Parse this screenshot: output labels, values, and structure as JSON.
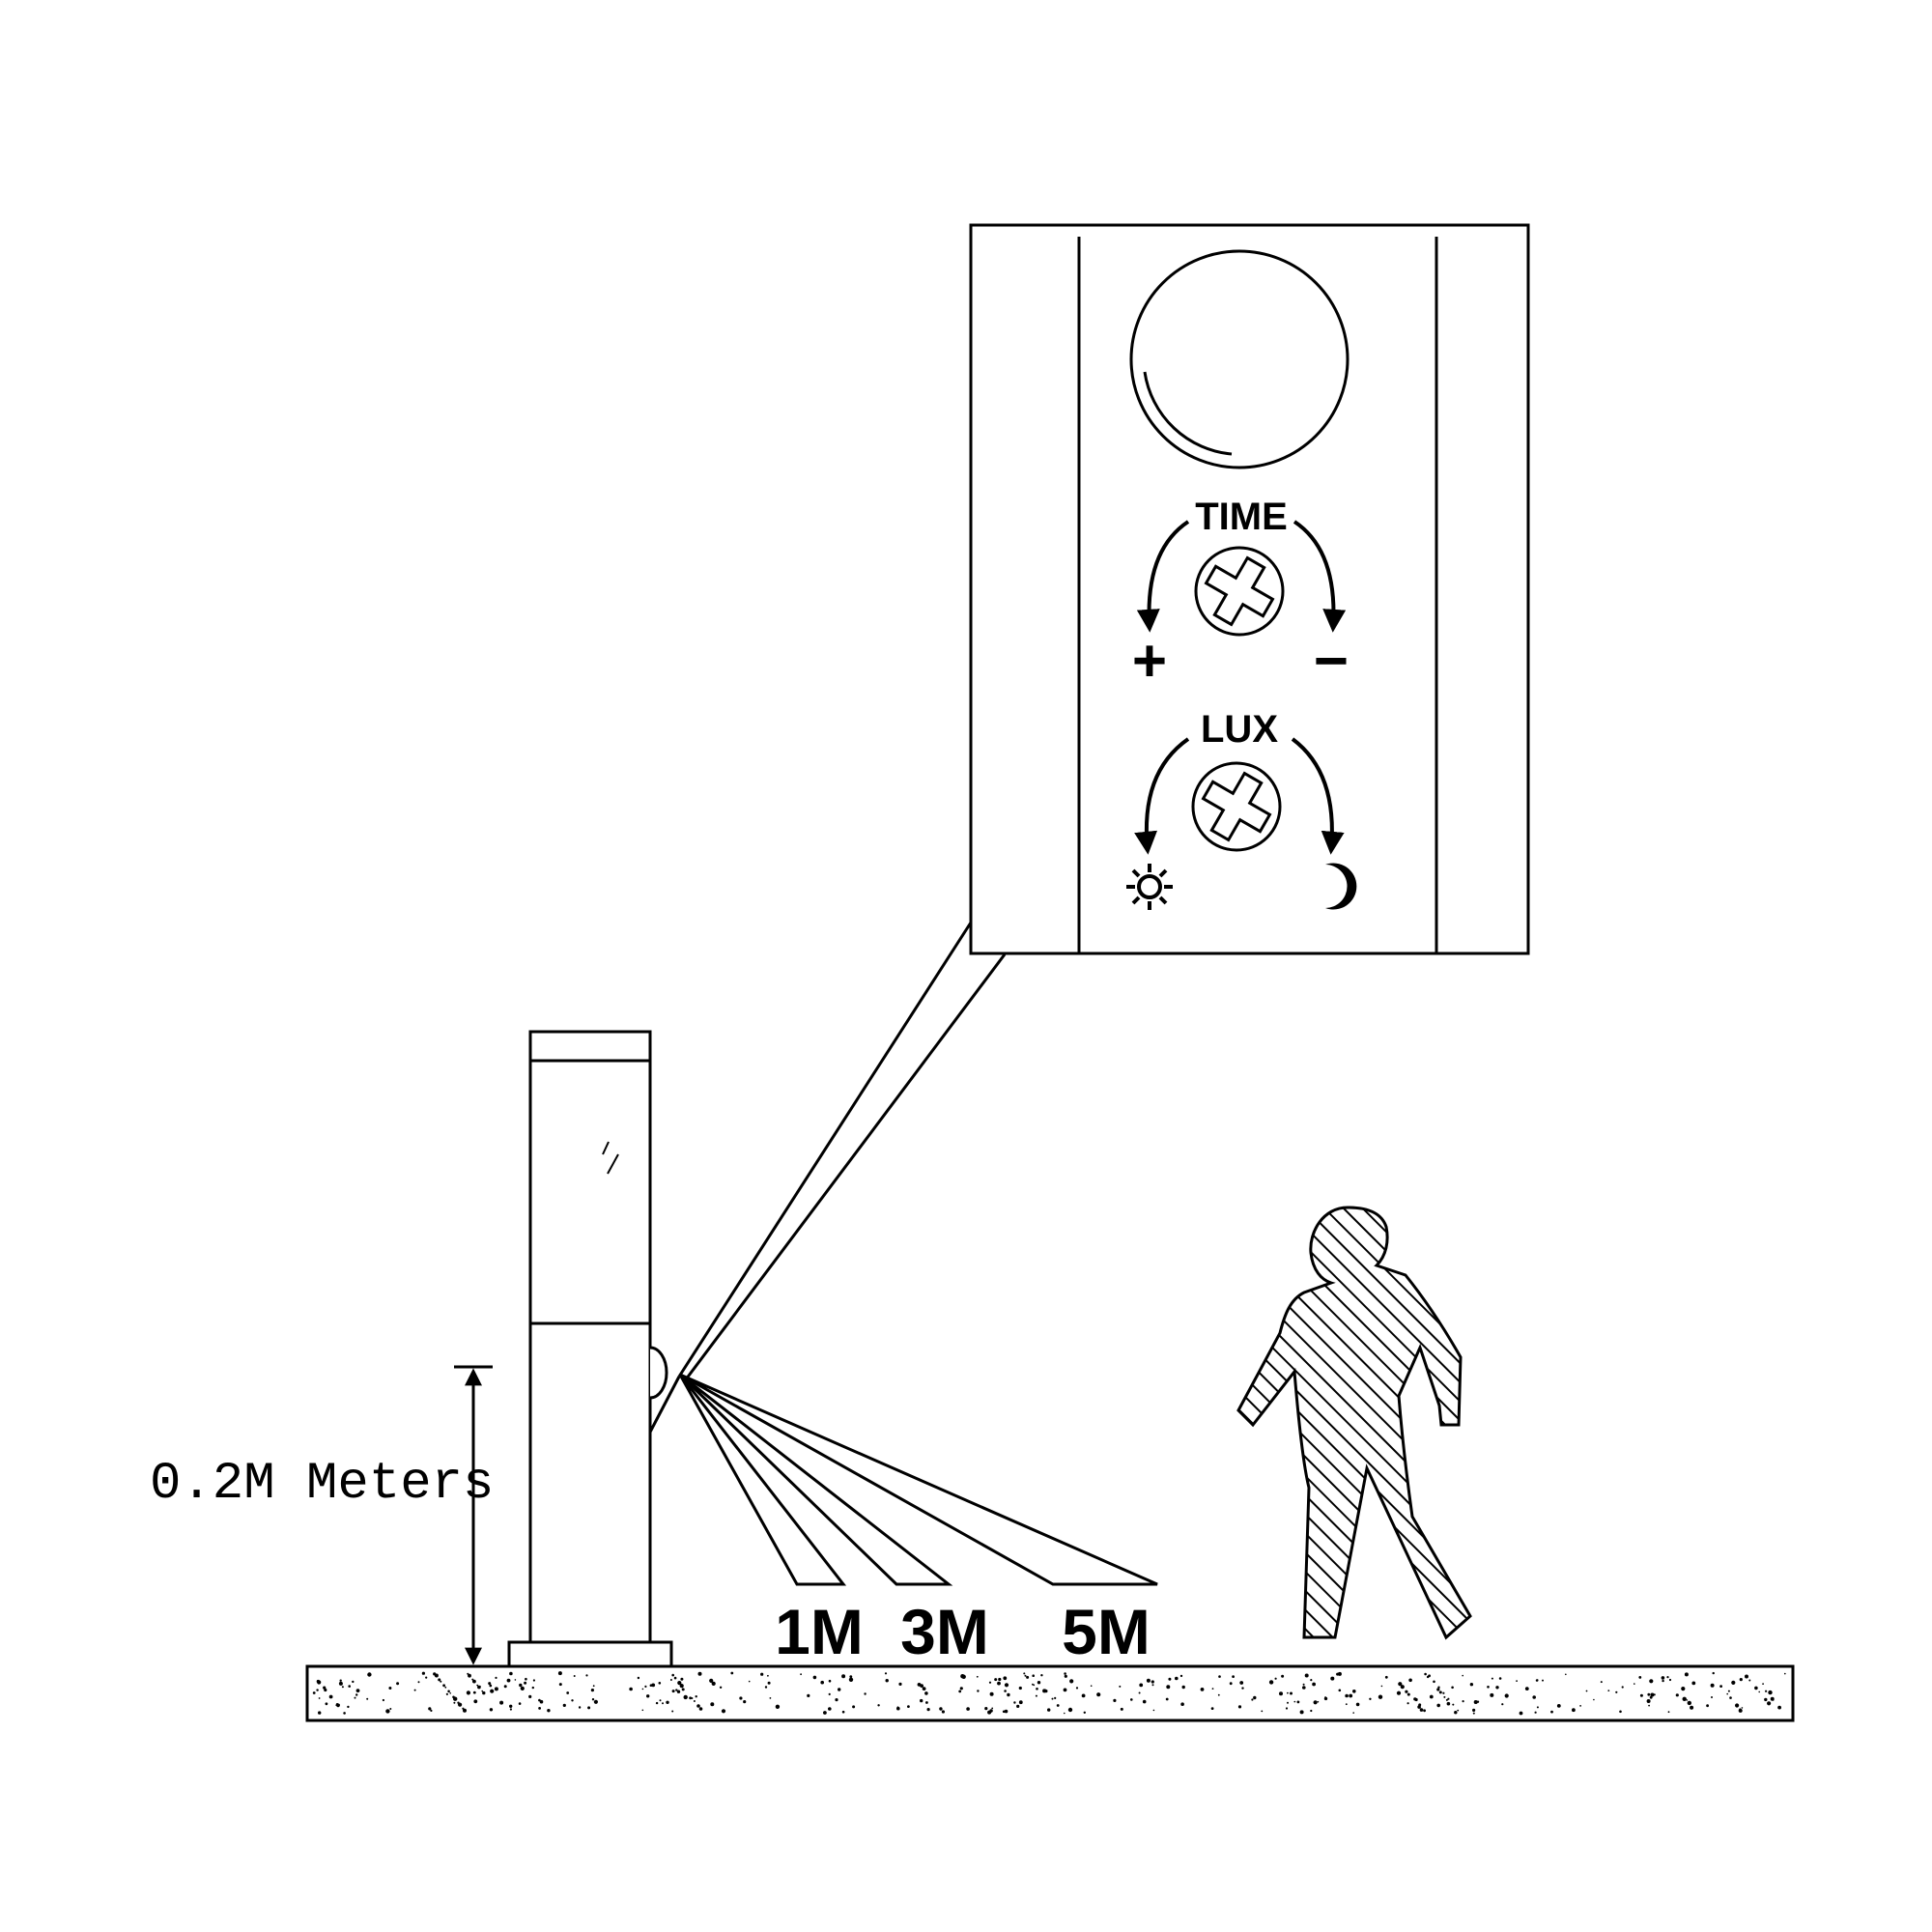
{
  "panel": {
    "time_label": "TIME",
    "plus_sign": "+",
    "minus_sign": "−",
    "lux_label": "LUX"
  },
  "height_label": "0.2M Meters",
  "ranges": [
    "1M",
    "3M",
    "5M"
  ],
  "icons": [
    "pir-lens-icon",
    "screw-icon",
    "sun-icon",
    "moon-icon",
    "walking-person-icon"
  ],
  "colors": {
    "line": "#000000",
    "background": "#ffffff"
  }
}
